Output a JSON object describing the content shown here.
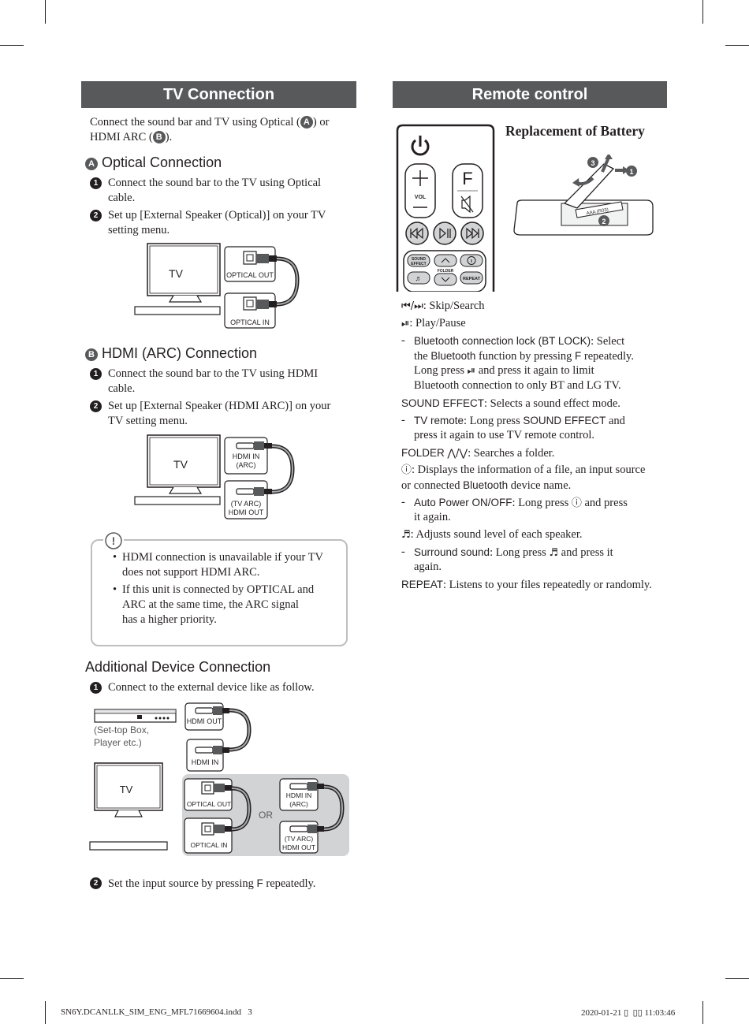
{
  "left": {
    "tv_banner": "TV Connection",
    "intro_1": "Connect the sound bar and TV using Optical (",
    "intro_a": "A",
    "intro_2": ") or",
    "intro_3": "HDMI ARC (",
    "intro_b": "B",
    "intro_4": ").",
    "optical_letter": "A",
    "optical_title": "Optical Connection",
    "optical_step1_num": "1",
    "optical_step1_l1": "Connect the sound bar to the TV using Optical",
    "optical_step1_l2": "cable.",
    "optical_step2_num": "2",
    "optical_step2_l1": "Set up [External Speaker (Optical)] on your TV",
    "optical_step2_l2": "setting menu.",
    "diagram1": {
      "tv": "TV",
      "port1": "OPTICAL OUT",
      "port2": "OPTICAL IN"
    },
    "hdmi_letter": "B",
    "hdmi_title": "HDMI (ARC) Connection",
    "hdmi_step1_num": "1",
    "hdmi_step1_l1": "Connect the sound bar to the TV using HDMI",
    "hdmi_step1_l2": "cable.",
    "hdmi_step2_num": "2",
    "hdmi_step2_l1": "Set up [External Speaker (HDMI ARC)] on your",
    "hdmi_step2_l2": "TV setting menu.",
    "diagram2": {
      "tv": "TV",
      "port1a": "HDMI IN",
      "port1b": "(ARC)",
      "port2a": "(TV ARC)",
      "port2b": "HDMI OUT"
    },
    "note_icon": "!",
    "note1_l1": "HDMI connection is unavailable if your TV",
    "note1_l2": "does not support HDMI ARC.",
    "note2_l1": "If this unit is connected by OPTICAL and",
    "note2_l2": "ARC at the same time, the ARC signal",
    "note2_l3": "has a higher priority.",
    "additional_title": "Additional Device Connection",
    "add_step1_num": "1",
    "add_step1": "Connect to the external device like as follow.",
    "diagram3": {
      "stb_a": "(Set-top Box,",
      "stb_b": "Player etc.)",
      "hdmi_out": "HDMI OUT",
      "hdmi_in": "HDMI IN",
      "tv": "TV",
      "optical_out": "OPTICAL OUT",
      "optical_in": "OPTICAL IN",
      "or": "OR",
      "arc_in_a": "HDMI IN",
      "arc_in_b": "(ARC)",
      "arc_out_a": "(TV ARC)",
      "arc_out_b": "HDMI OUT"
    },
    "add_step2_num": "2",
    "add_step2_a": "Set the input source by pressing ",
    "add_step2_key": "F",
    "add_step2_b": " repeatedly."
  },
  "right": {
    "remote_banner": "Remote control",
    "battery_title": "Replacement of Battery",
    "remote": {
      "vol": "VOL",
      "f": "F",
      "sound_a": "SOUND",
      "sound_b": "EFFECT",
      "folder": "FOLDER",
      "repeat": "REPEAT"
    },
    "battery": {
      "n1": "1",
      "n2": "2",
      "n3": "3",
      "aaa": "AAA (R03)"
    },
    "skip_sym": "⏮/⏭",
    "skip": ": Skip/Search",
    "play_sym": "⏯",
    "play": ": Play/Pause",
    "bt_term": "Bluetooth connection lock (BT LOCK)",
    "bt_l1": ": Select",
    "bt_l2a": "the ",
    "bt_l2b": "Bluetooth",
    "bt_l2c": " function by pressing ",
    "bt_l2d": "F",
    "bt_l2e": " repeatedly.",
    "bt_l3a": "Long press ",
    "bt_l3b": " and press it again to limit",
    "bt_l4": "Bluetooth connection to only BT and LG TV.",
    "se_term": "SOUND EFFECT",
    "se": ": Selects a sound effect mode.",
    "tvr_term": "TV remote",
    "tvr_l1a": ": Long press ",
    "tvr_l1b": "SOUND EFFECT",
    "tvr_l1c": " and",
    "tvr_l2": "press it again to use TV remote control.",
    "folder_term": "FOLDER",
    "folder_sym": "⋀/⋁",
    "folder": ": Searches a folder.",
    "info_sym": "ⓘ",
    "info_l1": ": Displays the information of a file, an input source",
    "info_l2a": "or connected ",
    "info_l2b": "Bluetooth",
    "info_l2c": " device name.",
    "ap_term": "Auto Power ON/OFF",
    "ap_l1a": ": Long press ",
    "ap_l1b": " and press",
    "ap_l2": "it again.",
    "lvl_sym": "♬",
    "lvl": ": Adjusts sound level of each speaker.",
    "sur_term": "Surround sound",
    "sur_l1a": ": Long press ",
    "sur_l1b": " and press it",
    "sur_l2": "again.",
    "rep_term": "REPEAT",
    "rep": ": Listens to your files repeatedly or randomly.",
    "dash": "-"
  },
  "footer": {
    "file": "SN6Y.DCANLLK_SIM_ENG_MFL71669604.indd   3",
    "date": "2020-01-21 ▯  ▯▯ 11:03:46"
  }
}
